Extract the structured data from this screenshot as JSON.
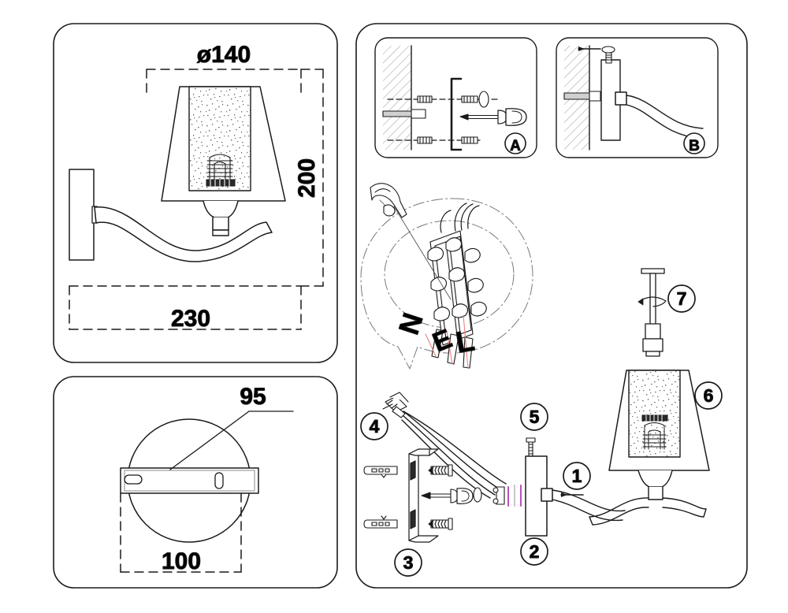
{
  "document": {
    "type": "installation-instruction-sheet",
    "product": "wall sconce lamp",
    "background_color": "#ffffff",
    "line_color": "#1a1a1a",
    "accent_wire_color": "#c050c0",
    "callout_leader_color": "#f08080"
  },
  "panels": [
    {
      "id": "dimensions-elevation",
      "label": ""
    },
    {
      "id": "dimensions-plan",
      "label": ""
    },
    {
      "id": "assembly",
      "label": ""
    }
  ],
  "dimensions": {
    "shade_diameter": "ø140",
    "height": "200",
    "projection": "230",
    "backplate_slot": "95",
    "backplate_width": "100"
  },
  "steps": [
    {
      "id": "step-a",
      "label": "A",
      "caption": ""
    },
    {
      "id": "step-b",
      "label": "B",
      "caption": ""
    }
  ],
  "parts": [
    {
      "number": "1",
      "name": "wall-bracket-arm"
    },
    {
      "number": "2",
      "name": "backplate-cover"
    },
    {
      "number": "3",
      "name": "mounting-bracket-anchors-screws"
    },
    {
      "number": "4",
      "name": "wire-harness-connector"
    },
    {
      "number": "5",
      "name": "fixing-screw"
    },
    {
      "number": "6",
      "name": "lamp-shade"
    },
    {
      "number": "7",
      "name": "shade-finial-nut"
    }
  ],
  "wiring": {
    "title": "",
    "terminals": [
      {
        "label": "N",
        "name": "neutral"
      },
      {
        "label": "E",
        "name": "earth"
      },
      {
        "label": "L",
        "name": "live"
      }
    ]
  },
  "tools": [
    {
      "name": "screwdriver"
    }
  ]
}
